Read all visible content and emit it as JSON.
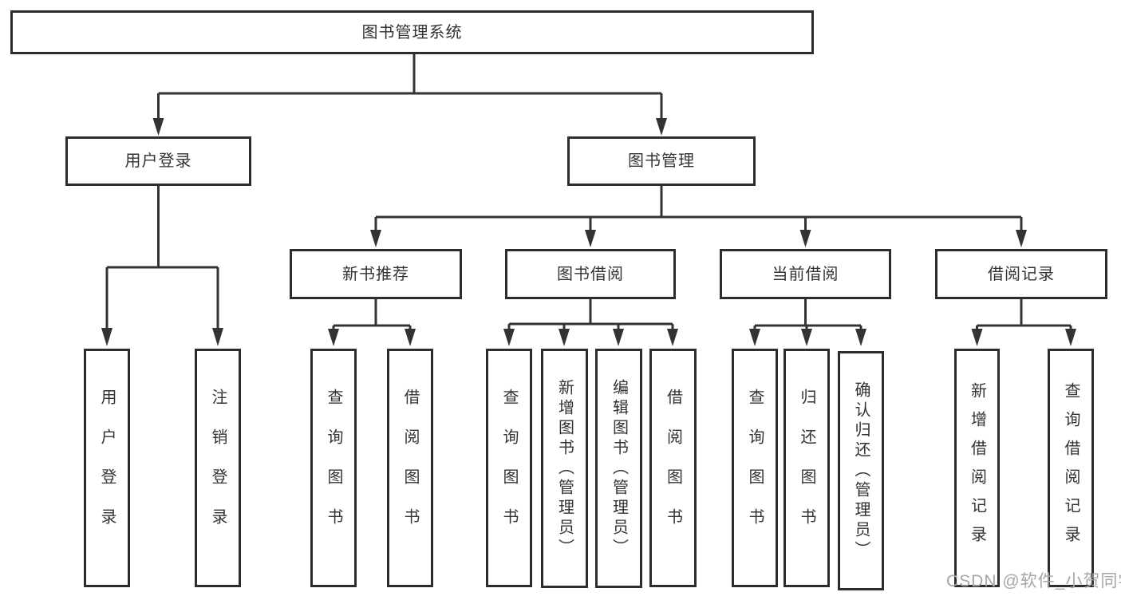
{
  "tree": {
    "root": "图书管理系统",
    "branches": [
      {
        "label": "用户登录",
        "children": [
          "用户登录",
          "注销登录"
        ]
      },
      {
        "label": "图书管理",
        "modules": [
          {
            "label": "新书推荐",
            "children": [
              "查询图书",
              "借阅图书"
            ]
          },
          {
            "label": "图书借阅",
            "children": [
              "查询图书",
              "新增图书（管理员）",
              "编辑图书（管理员）",
              "借阅图书"
            ]
          },
          {
            "label": "当前借阅",
            "children": [
              "查询图书",
              "归还图书",
              "确认归还（管理员）"
            ]
          },
          {
            "label": "借阅记录",
            "children": [
              "新增借阅记录",
              "查询借阅记录"
            ]
          }
        ]
      }
    ]
  },
  "watermark": {
    "text": "CSDN @软件_小贺同学"
  },
  "colors": {
    "line": "#333333",
    "box_border": "#2d2d2d",
    "text": "#333333",
    "background": "#ffffff",
    "watermark": "#a6a6a6"
  }
}
